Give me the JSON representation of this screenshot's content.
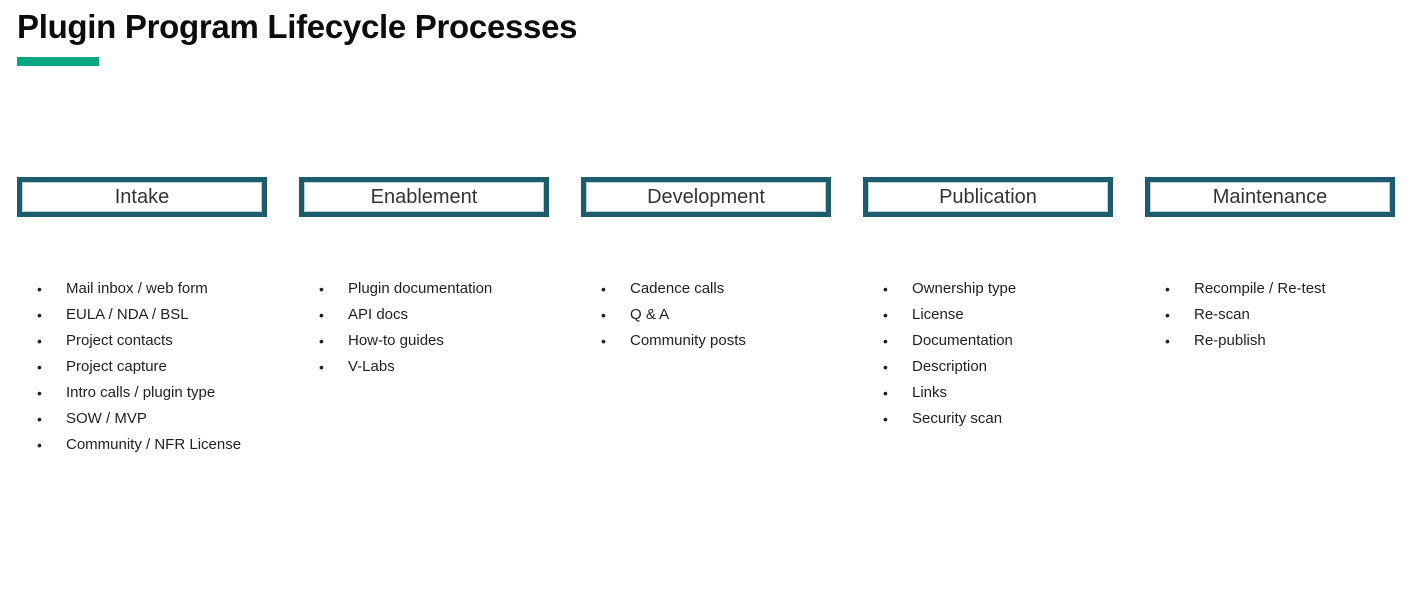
{
  "title": {
    "text": "Plugin Program Lifecycle Processes",
    "accent_color": "#01a982"
  },
  "colors": {
    "box_border": "#1d5c6e",
    "box_inner_edge": "#b9d3d9",
    "title_text": "#0c0c0c",
    "header_text": "#333333",
    "body_text": "#1f1f1f",
    "background": "#ffffff"
  },
  "columns": [
    {
      "header": "Intake",
      "items": [
        "Mail inbox / web form",
        "EULA / NDA / BSL",
        "Project contacts",
        "Project capture",
        "Intro calls / plugin type",
        "SOW / MVP",
        "Community / NFR License"
      ]
    },
    {
      "header": "Enablement",
      "items": [
        "Plugin documentation",
        "API docs",
        "How-to guides",
        "V-Labs"
      ]
    },
    {
      "header": "Development",
      "items": [
        "Cadence calls",
        "Q & A",
        "Community posts"
      ]
    },
    {
      "header": "Publication",
      "items": [
        "Ownership type",
        "License",
        "Documentation",
        "Description",
        "Links",
        "Security scan"
      ]
    },
    {
      "header": "Maintenance",
      "items": [
        "Recompile / Re-test",
        "Re-scan",
        "Re-publish"
      ]
    }
  ]
}
